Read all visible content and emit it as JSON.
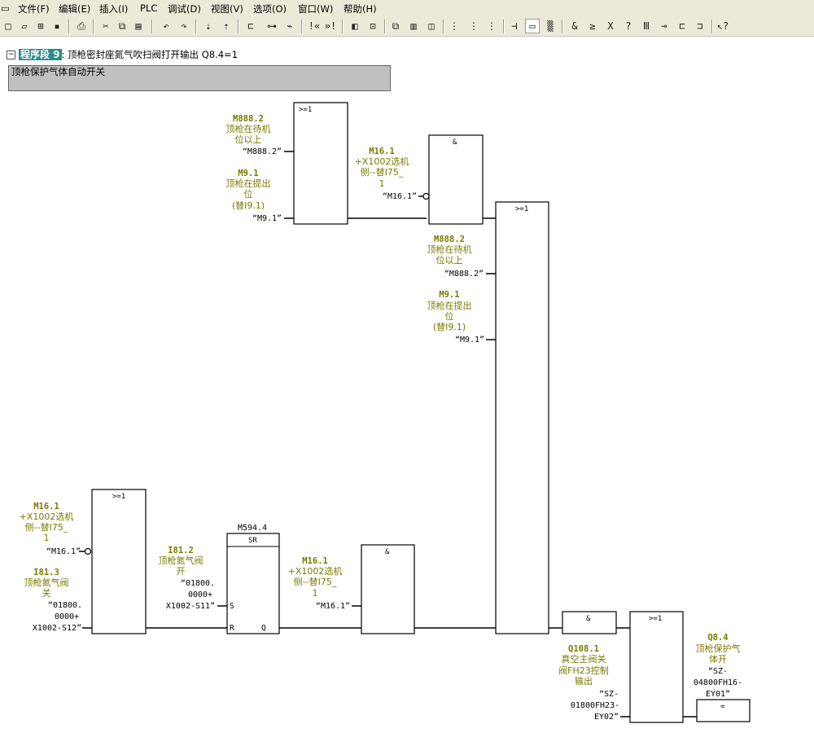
{
  "menubar": {
    "file": "文件(F)",
    "edit": "编辑(E)",
    "insert": "插入(I)",
    "plc": "PLC",
    "debug": "调试(D)",
    "view": "视图(V)",
    "options": "选项(O)",
    "window": "窗口(W)",
    "help": "帮助(H)"
  },
  "network": {
    "number": "程序段 9",
    "title": ": 顶枪密封座氮气吹扫阀打开输出 Q8.4=1",
    "comment": "顶枪保护气体自动开关"
  },
  "blocks": {
    "or_top": ">=1",
    "and_top": "&",
    "or_big": ">=1",
    "or_bottom": ">=1",
    "sr_name": "M594.4",
    "sr_type": "SR",
    "sr_s": "S",
    "sr_r": "R",
    "sr_q": "Q",
    "and_bottom": "&",
    "and_small": "&",
    "or_final": ">=1",
    "coil": "="
  },
  "operands": {
    "m888_a": {
      "addr": "M888.2",
      "c1": "顶枪在待机",
      "c2": "位以上",
      "sym": "“M888.2”"
    },
    "m9_a": {
      "addr": "M9.1",
      "c1": "顶枪在提出",
      "c2": "位",
      "c3": "(替I9.1)",
      "sym": "“M9.1”"
    },
    "m16_a": {
      "addr": "M16.1",
      "c1": "+X1002选机",
      "c2": "侧--替I75_",
      "c3": "1",
      "sym": "“M16.1”"
    },
    "m888_b": {
      "addr": "M888.2",
      "c1": "顶枪在待机",
      "c2": "位以上",
      "sym": "“M888.2”"
    },
    "m9_b": {
      "addr": "M9.1",
      "c1": "顶枪在提出",
      "c2": "位",
      "c3": "(替I9.1)",
      "sym": "“M9.1”"
    },
    "m16_b": {
      "addr": "M16.1",
      "c1": "+X1002选机",
      "c2": "侧--替I75_",
      "c3": "1",
      "sym": "“M16.1”"
    },
    "i813": {
      "addr": "I81.3",
      "c1": "顶枪氮气阀",
      "c2": "关",
      "s1": "“01800.",
      "s2": "0000+",
      "s3": "X1002-S12”"
    },
    "i812": {
      "addr": "I81.2",
      "c1": "顶枪氮气阀",
      "c2": "开",
      "s1": "“01800.",
      "s2": "0000+",
      "s3": "X1002-S11”"
    },
    "m16_c": {
      "addr": "M16.1",
      "c1": "+X1002选机",
      "c2": "侧--替I75_",
      "c3": "1",
      "sym": "“M16.1”"
    },
    "q1081": {
      "addr": "Q108.1",
      "c1": "真空主阀关",
      "c2": "阀FH23控制",
      "c3": "输出",
      "s1": "“SZ-",
      "s2": "01800FH23-",
      "s3": "EY02”"
    },
    "q84": {
      "addr": "Q8.4",
      "c1": "顶枪保护气",
      "c2": "体开",
      "s1": "“SZ-",
      "s2": "04800FH16-",
      "s3": "EY01”"
    }
  },
  "icons": [
    "new-icon",
    "open-icon",
    "accessible-nodes-icon",
    "save-icon",
    "print-icon",
    "cut-icon",
    "copy-icon",
    "paste-icon",
    "undo-icon",
    "redo-icon",
    "download-icon",
    "upload-icon",
    "monitor-icon",
    "simulate-icon",
    "prev-icon",
    "next-icon",
    "overview-icon",
    "zoom-icon",
    "ladder-icon",
    "stl-icon",
    "fbd-icon",
    "network-icon",
    "branch-icon",
    "close-branch-icon",
    "contact-icon",
    "nc-contact-icon",
    "coil-icon",
    "box-icon",
    "and-icon",
    "or-icon",
    "xor-icon",
    "insert-input-icon",
    "assign-icon",
    "set-icon",
    "reset-icon",
    "connector-icon",
    "help-cursor-icon"
  ]
}
